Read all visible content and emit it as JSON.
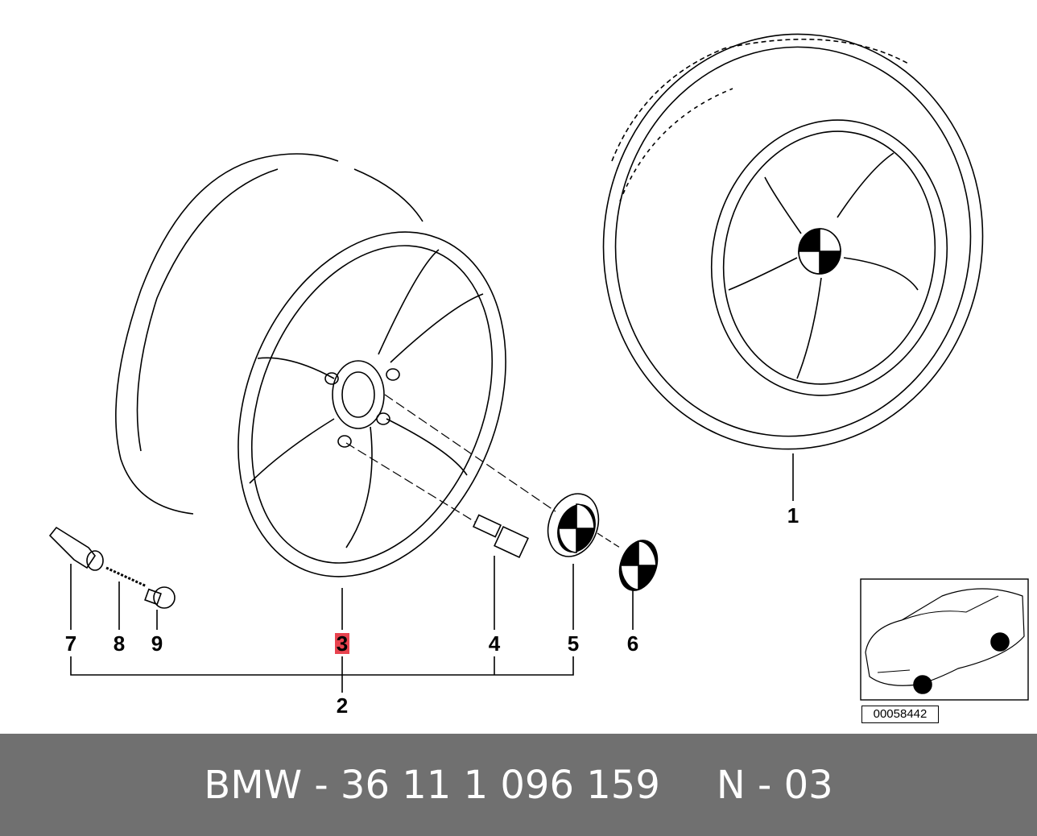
{
  "callouts": {
    "c1": "1",
    "c2": "2",
    "c3": "3",
    "c4": "4",
    "c5": "5",
    "c6": "6",
    "c7": "7",
    "c8": "8",
    "c9": "9"
  },
  "highlight_color": "#e8434f",
  "reference_code": "00058442",
  "footer": {
    "part_number": "BMW - 36 11 1 096 159",
    "page_code": "N - 03"
  },
  "footer_color": "#707070"
}
